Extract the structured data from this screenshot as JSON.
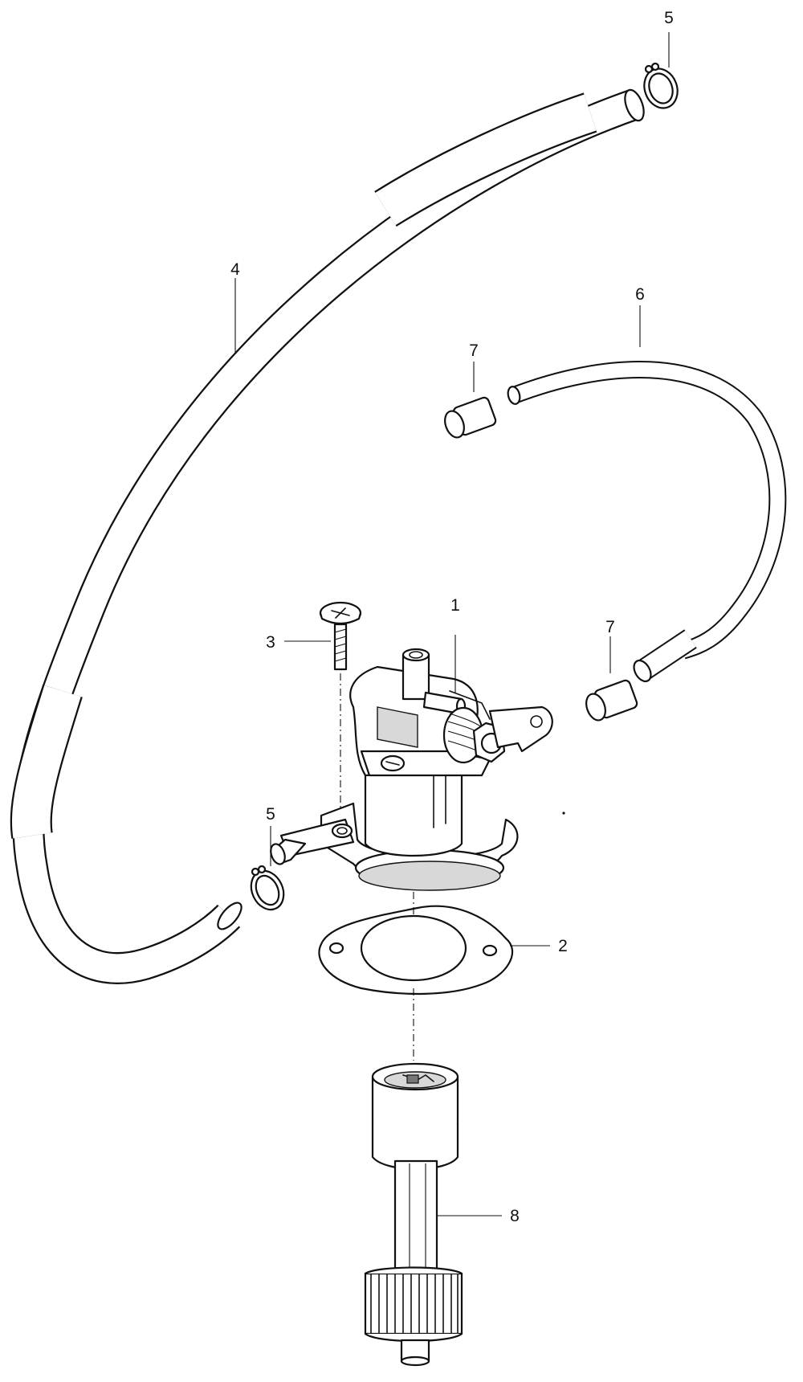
{
  "callouts": [
    {
      "id": "c1",
      "label": "1"
    },
    {
      "id": "c2",
      "label": "2"
    },
    {
      "id": "c3",
      "label": "3"
    },
    {
      "id": "c4",
      "label": "4"
    },
    {
      "id": "c5a",
      "label": "5"
    },
    {
      "id": "c5b",
      "label": "5"
    },
    {
      "id": "c6",
      "label": "6"
    },
    {
      "id": "c7a",
      "label": "7"
    },
    {
      "id": "c7b",
      "label": "7"
    },
    {
      "id": "c8",
      "label": "8"
    }
  ]
}
